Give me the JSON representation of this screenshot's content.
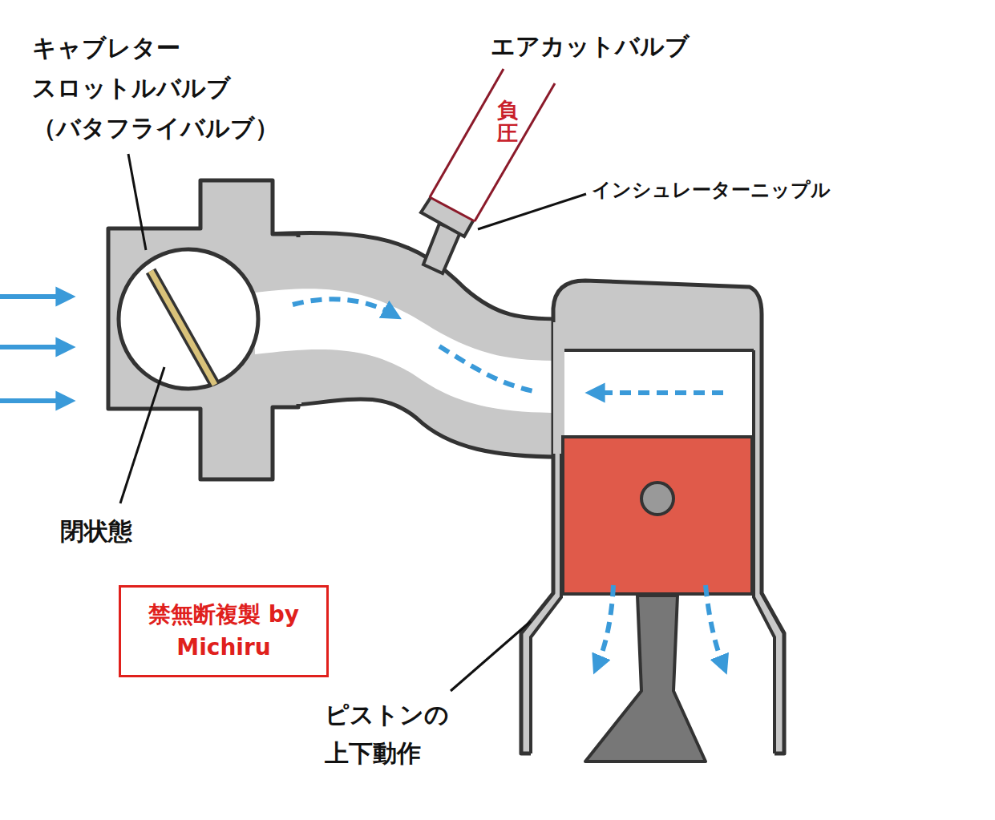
{
  "diagram": {
    "nodes": [
      {
        "text": [
          "負圧"
        ]
      },
      {
        "text": [
          "禁無断複製 by Michiru"
        ]
      }
    ],
    "labels": [
      "キャブレター スロットルバルブ （バタフライバルブ）",
      "エアカットバルブ",
      "インシュレーターニップル",
      "閉状態",
      "ピストンの 上下動作"
    ]
  }
}
